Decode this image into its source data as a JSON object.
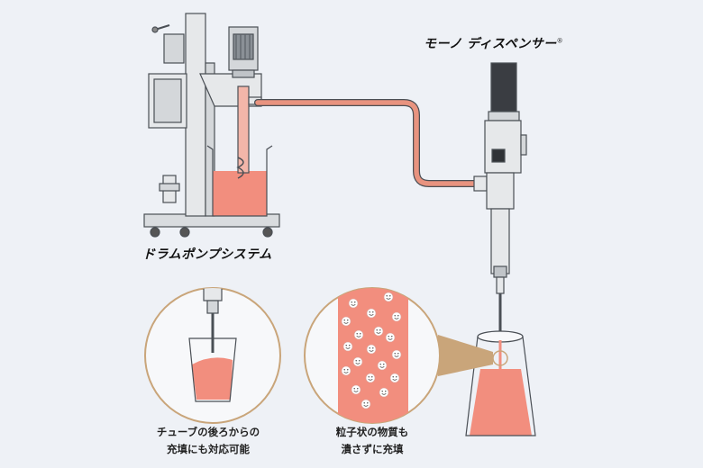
{
  "labels": {
    "drum_pump_system": "ドラムポンプシステム",
    "mohno_dispenser": "モーノ ディスペンサー",
    "registered_mark": "®"
  },
  "captions": {
    "left": {
      "line1": "チューブの後ろからの",
      "line2": "充填にも対応可能"
    },
    "right": {
      "line1": "粒子状の物質も",
      "line2": "潰さずに充填"
    }
  },
  "colors": {
    "background": "#eef1f6",
    "product_fill": "#f28e7e",
    "hose": "#e8937f",
    "frame": "#e6e8ea",
    "outline": "#4a4f55"
  }
}
